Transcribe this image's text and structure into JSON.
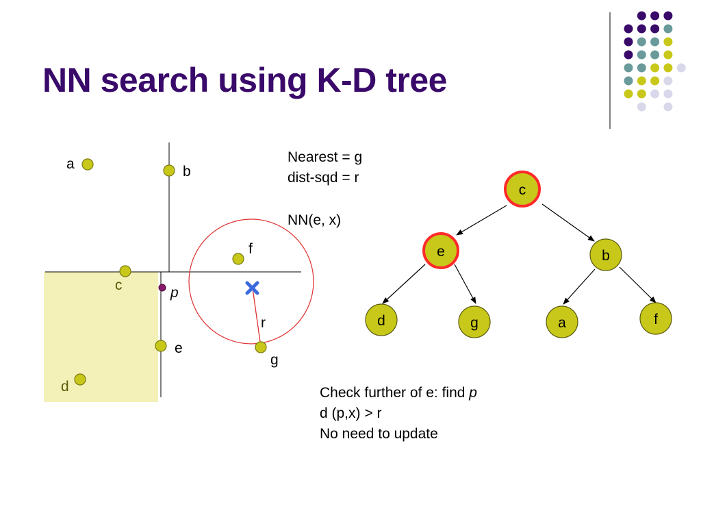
{
  "title": "NN search using K-D tree",
  "colors": {
    "title": "#3a0a6a",
    "point_fill": "#c8c81a",
    "point_stroke": "#7a7a10",
    "region_fill": "#f3f1b8",
    "highlight_ring": "#ff2a2a",
    "circle": "#e03030",
    "query_mark": "#3a6adc",
    "p_point": "#8a1a6a",
    "deco_purple": "#3a0a6a",
    "deco_teal": "#6a9a9a",
    "deco_yellow": "#c8c81a",
    "deco_lavender": "#d8d8ea"
  },
  "space_labels": {
    "a": "a",
    "b": "b",
    "c": "c",
    "d": "d",
    "e": "e",
    "f": "f",
    "g": "g",
    "p": "p",
    "r": "r"
  },
  "info": {
    "line1": "Nearest = g",
    "line2": "dist-sqd = r",
    "line3": "NN(e, x)"
  },
  "tree": {
    "root": "c",
    "left": "e",
    "right": "b",
    "left_left": "d",
    "left_right": "g",
    "right_left": "a",
    "right_right": "f"
  },
  "note": {
    "line1_prefix": "Check further of e: find ",
    "line1_italic": "p",
    "line2": "d (p,x) > r",
    "line3": "No need to update"
  }
}
